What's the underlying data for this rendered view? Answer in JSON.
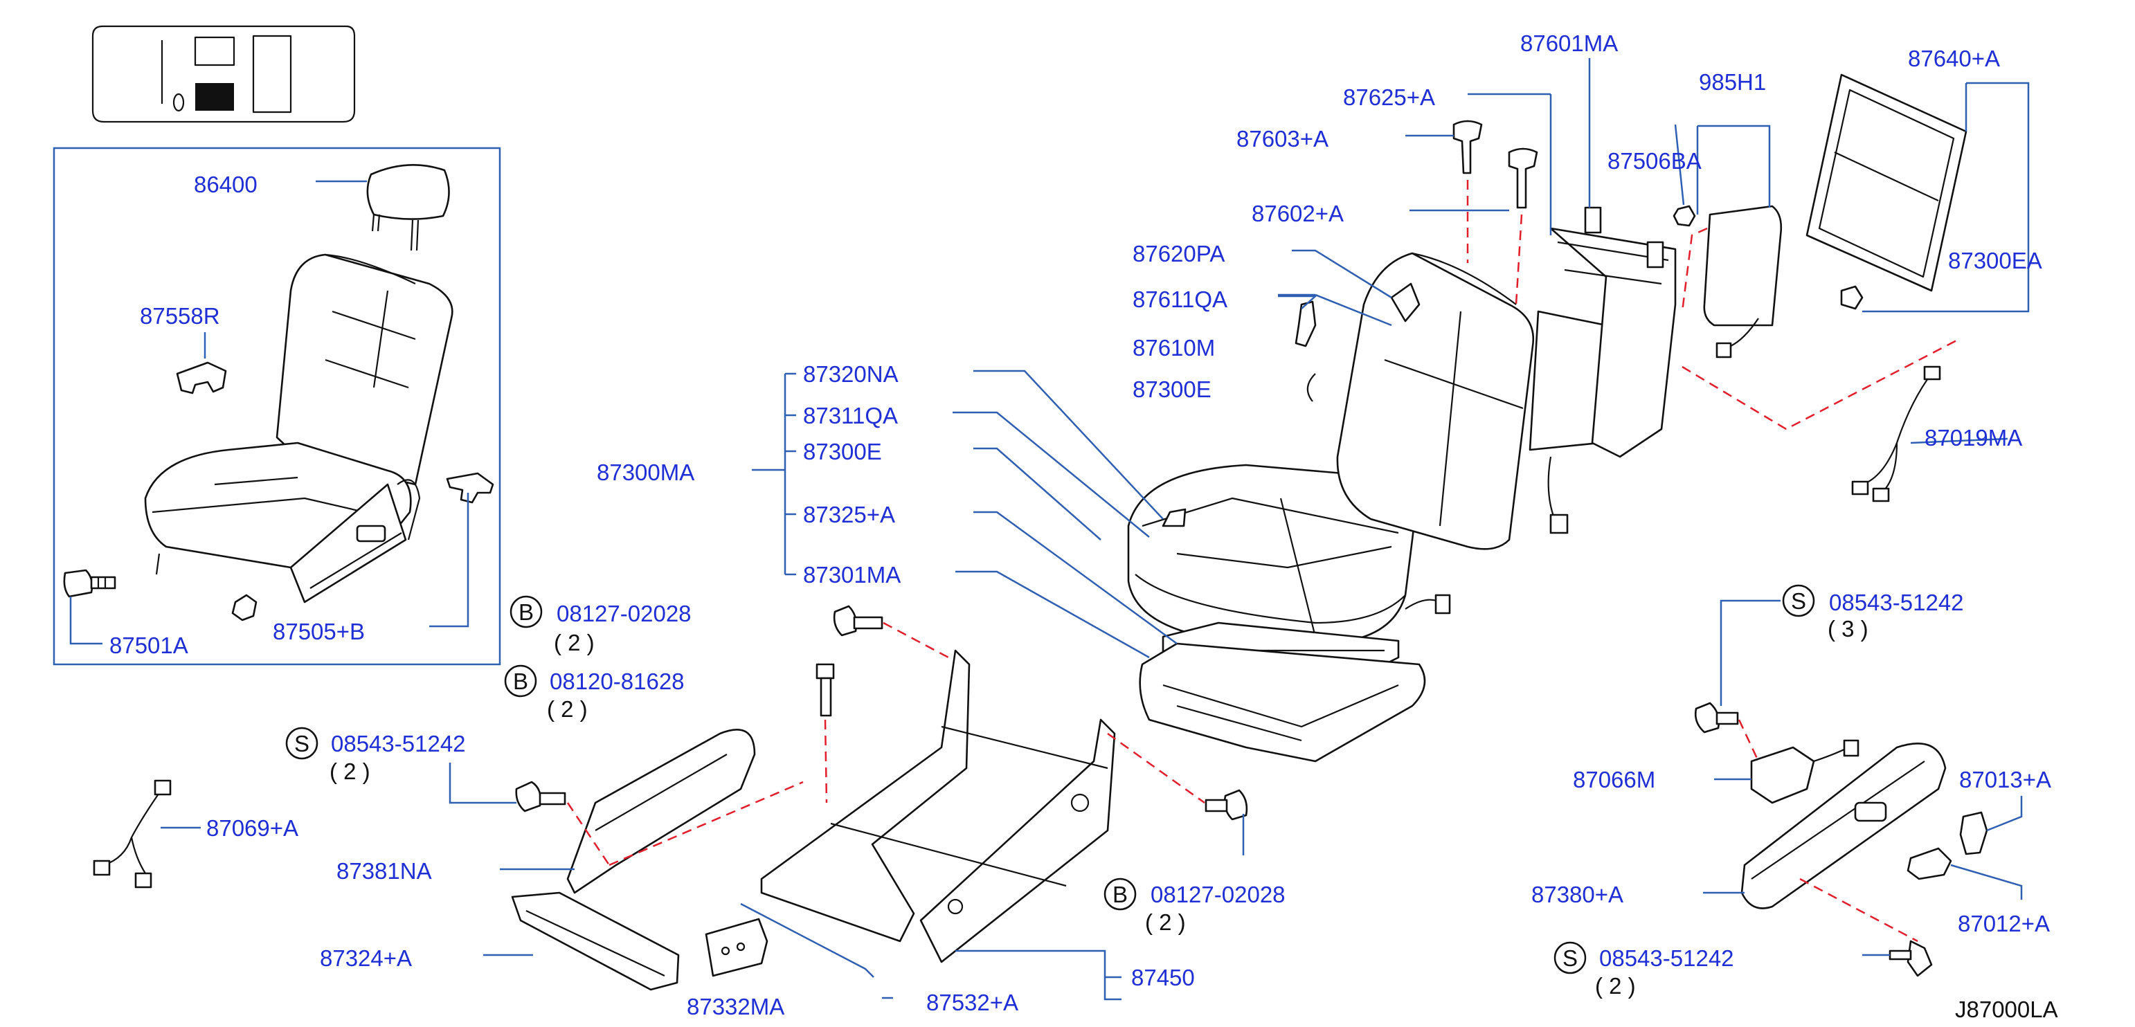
{
  "diagram_ref": "J87000LA",
  "parts": {
    "p86400": "86400",
    "p87558R": "87558R",
    "p87501A": "87501A",
    "p87505B": "87505+B",
    "p87300MA": "87300MA",
    "p87320NA": "87320NA",
    "p87311QA": "87311QA",
    "p87300E_a": "87300E",
    "p87325A": "87325+A",
    "p87301MA": "87301MA",
    "p87620PA": "87620PA",
    "p87611QA": "87611QA",
    "p87610M": "87610M",
    "p87300E_b": "87300E",
    "p87603A": "87603+A",
    "p87625A": "87625+A",
    "p87602A": "87602+A",
    "p87601MA": "87601MA",
    "p985H1": "985H1",
    "p87506BA": "87506BA",
    "p87640A": "87640+A",
    "p87300EA": "87300EA",
    "p87019MA": "87019MA",
    "p08127_a": "08127-02028",
    "p08120": "08120-81628",
    "p08543_a": "08543-51242",
    "p87069A": "87069+A",
    "p87381NA": "87381NA",
    "p87324A": "87324+A",
    "p87332MA": "87332MA",
    "p87532A": "87532+A",
    "p87450": "87450",
    "p08127_b": "08127-02028",
    "p08543_b": "08543-51242",
    "p87066M": "87066M",
    "p87013A": "87013+A",
    "p87380A": "87380+A",
    "p87012A": "87012+A",
    "p08543_c": "08543-51242"
  },
  "prefixes": {
    "b1": "B",
    "b2": "B",
    "b3": "B",
    "s1": "S",
    "s2": "S",
    "s3": "S"
  },
  "quantities": {
    "q08127_a": "( 2 )",
    "q08120": "( 2 )",
    "q08543_a": "( 2 )",
    "q08127_b": "( 2 )",
    "q08543_b": "( 3 )",
    "q08543_c": "( 2 )"
  },
  "colors": {
    "label": "#1f2fd6",
    "leader": "#2f5fb3",
    "dashed_link": "#e21e2b",
    "part_outline": "#111111"
  },
  "icons": {
    "locator": "vehicle-locator-icon",
    "fastener_prefix": "circled-letter-icon"
  }
}
